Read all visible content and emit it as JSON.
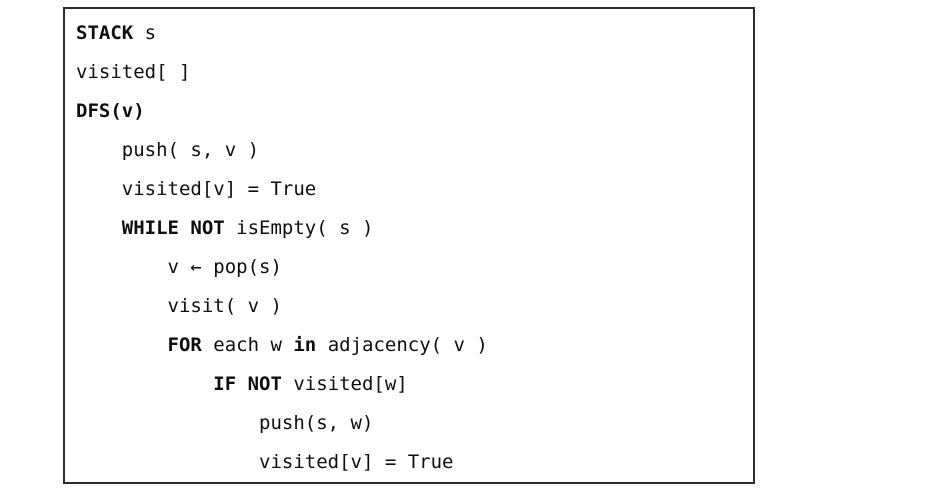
{
  "colors": {
    "border": "#2e2e2e",
    "text": "#0e0e0e",
    "background": "#ffffff"
  },
  "code": {
    "lines": [
      {
        "segments": [
          {
            "text": "STACK",
            "bold": true
          },
          {
            "text": " s",
            "bold": false
          }
        ]
      },
      {
        "segments": [
          {
            "text": "visited[ ]",
            "bold": false
          }
        ]
      },
      {
        "segments": [
          {
            "text": "DFS(v)",
            "bold": true
          }
        ]
      },
      {
        "segments": [
          {
            "text": "    push( s, v )",
            "bold": false
          }
        ]
      },
      {
        "segments": [
          {
            "text": "    visited[v] = True",
            "bold": false
          }
        ]
      },
      {
        "segments": [
          {
            "text": "    ",
            "bold": false
          },
          {
            "text": "WHILE NOT",
            "bold": true
          },
          {
            "text": " isEmpty( s )",
            "bold": false
          }
        ]
      },
      {
        "segments": [
          {
            "text": "        v ← pop(s)",
            "bold": false
          }
        ]
      },
      {
        "segments": [
          {
            "text": "        visit( v )",
            "bold": false
          }
        ]
      },
      {
        "segments": [
          {
            "text": "        ",
            "bold": false
          },
          {
            "text": "FOR",
            "bold": true
          },
          {
            "text": " each w ",
            "bold": false
          },
          {
            "text": "in",
            "bold": true
          },
          {
            "text": " adjacency( v )",
            "bold": false
          }
        ]
      },
      {
        "segments": [
          {
            "text": "            ",
            "bold": false
          },
          {
            "text": "IF NOT",
            "bold": true
          },
          {
            "text": " visited[w]",
            "bold": false
          }
        ]
      },
      {
        "segments": [
          {
            "text": "                push(s, w)",
            "bold": false
          }
        ]
      },
      {
        "segments": [
          {
            "text": "                visited[v] = True",
            "bold": false
          }
        ]
      }
    ]
  }
}
